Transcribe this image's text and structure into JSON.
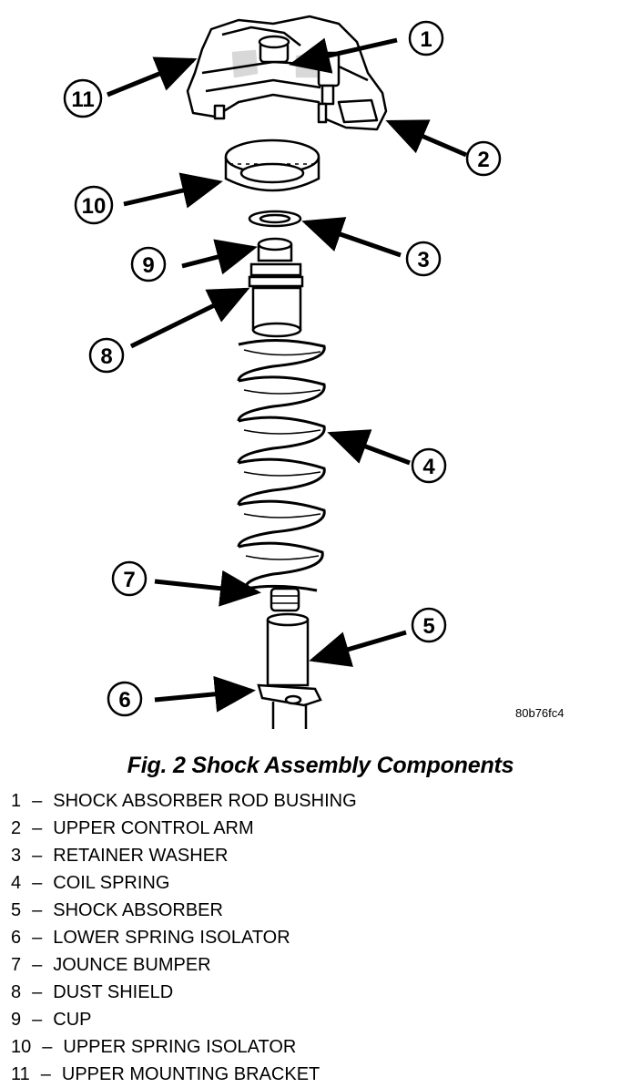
{
  "figure_code": "80b76fc4",
  "caption": "Fig. 2 Shock Assembly Components",
  "callouts": [
    "1",
    "2",
    "3",
    "4",
    "5",
    "6",
    "7",
    "8",
    "9",
    "10",
    "11"
  ],
  "legend": [
    {
      "num": "1",
      "label": "SHOCK ABSORBER ROD BUSHING"
    },
    {
      "num": "2",
      "label": "UPPER CONTROL ARM"
    },
    {
      "num": "3",
      "label": "RETAINER WASHER"
    },
    {
      "num": "4",
      "label": "COIL SPRING"
    },
    {
      "num": "5",
      "label": "SHOCK ABSORBER"
    },
    {
      "num": "6",
      "label": "LOWER SPRING ISOLATOR"
    },
    {
      "num": "7",
      "label": "JOUNCE BUMPER"
    },
    {
      "num": "8",
      "label": "DUST SHIELD"
    },
    {
      "num": "9",
      "label": "CUP"
    },
    {
      "num": "10",
      "label": "UPPER SPRING ISOLATOR"
    },
    {
      "num": "11",
      "label": "UPPER MOUNTING BRACKET"
    }
  ],
  "dash": "–"
}
